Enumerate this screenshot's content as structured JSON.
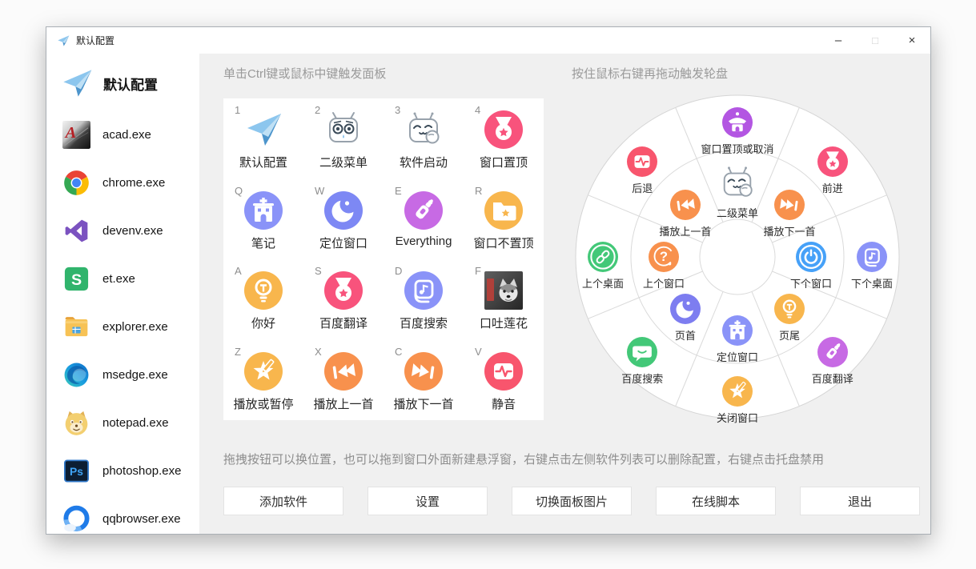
{
  "window": {
    "titlebar": {
      "icon": "paper-plane-icon",
      "title": "默认配置",
      "minimize": "–",
      "maximize": "□",
      "close": "×"
    }
  },
  "sidebar": {
    "header": {
      "icon": "paper-plane-icon",
      "title": "默认配置"
    },
    "apps": [
      {
        "name": "acad.exe",
        "icon": "acad-icon"
      },
      {
        "name": "chrome.exe",
        "icon": "chrome-icon"
      },
      {
        "name": "devenv.exe",
        "icon": "visual-studio-icon"
      },
      {
        "name": "et.exe",
        "icon": "wps-et-icon"
      },
      {
        "name": "explorer.exe",
        "icon": "folder-explorer-icon"
      },
      {
        "name": "msedge.exe",
        "icon": "edge-icon"
      },
      {
        "name": "notepad.exe",
        "icon": "doge-icon"
      },
      {
        "name": "photoshop.exe",
        "icon": "photoshop-icon"
      },
      {
        "name": "qqbrowser.exe",
        "icon": "qqbrowser-icon"
      }
    ]
  },
  "panel": {
    "header": "单击Ctrl键或鼠标中键触发面板",
    "items": [
      {
        "key": "1",
        "label": "默认配置",
        "icon": "paper-plane",
        "color": "#54a0d8"
      },
      {
        "key": "2",
        "label": "二级菜单",
        "icon": "face-surprised",
        "color": "#ffffff"
      },
      {
        "key": "3",
        "label": "软件启动",
        "icon": "face-hand",
        "color": "#ffffff"
      },
      {
        "key": "4",
        "label": "窗口置顶",
        "icon": "medal-star",
        "color": "#f8537c"
      },
      {
        "key": "Q",
        "label": "笔记",
        "icon": "building",
        "color": "#8a93f8"
      },
      {
        "key": "W",
        "label": "定位窗口",
        "icon": "moon",
        "color": "#7d88f4"
      },
      {
        "key": "E",
        "label": "Everything",
        "icon": "bottle",
        "color": "#c76ae4"
      },
      {
        "key": "R",
        "label": "窗口不置顶",
        "icon": "folder-star",
        "color": "#f8b64d"
      },
      {
        "key": "A",
        "label": "你好",
        "icon": "bulb",
        "color": "#f8b64d"
      },
      {
        "key": "S",
        "label": "百度翻译",
        "icon": "medal-star",
        "color": "#f8537c"
      },
      {
        "key": "D",
        "label": "百度搜索",
        "icon": "music-book",
        "color": "#8a93f8"
      },
      {
        "key": "F",
        "label": "口吐莲花",
        "icon": "husky-photo",
        "color": "#4a4a4a"
      },
      {
        "key": "Z",
        "label": "播放或暂停",
        "icon": "star-pencil",
        "color": "#f8b64d"
      },
      {
        "key": "X",
        "label": "播放上一首",
        "icon": "prev-track",
        "color": "#f8914d"
      },
      {
        "key": "C",
        "label": "播放下一首",
        "icon": "next-track",
        "color": "#f8914d"
      },
      {
        "key": "V",
        "label": "静音",
        "icon": "heartbeat",
        "color": "#f8556d"
      }
    ]
  },
  "wheel": {
    "header": "按住鼠标右键再拖动触发轮盘",
    "outer": [
      {
        "label": "窗口置顶或取消",
        "icon": "pavilion",
        "color": "#b356e2",
        "angle": 0
      },
      {
        "label": "前进",
        "icon": "medal-star",
        "color": "#f8537c",
        "angle": 45
      },
      {
        "label": "下个桌面",
        "icon": "music-book",
        "color": "#8a93f8",
        "angle": 90
      },
      {
        "label": "百度翻译",
        "icon": "bottle",
        "color": "#c76ae4",
        "angle": 135
      },
      {
        "label": "关闭窗口",
        "icon": "star-pencil",
        "color": "#f8b64d",
        "angle": 180
      },
      {
        "label": "百度搜索",
        "icon": "chat-smile",
        "color": "#43c878",
        "angle": 225
      },
      {
        "label": "上个桌面",
        "icon": "chain-link",
        "color": "#43c878",
        "angle": 270
      },
      {
        "label": "后退",
        "icon": "heartbeat",
        "color": "#f8556d",
        "angle": 315
      }
    ],
    "inner": [
      {
        "label": "二级菜单",
        "icon": "face-hand",
        "color": "#ffffff",
        "angle": 0
      },
      {
        "label": "播放下一首",
        "icon": "next-track",
        "color": "#f8914d",
        "angle": 45
      },
      {
        "label": "下个窗口",
        "icon": "power",
        "color": "#46a1f8",
        "angle": 90
      },
      {
        "label": "页尾",
        "icon": "bulb",
        "color": "#f8b64d",
        "angle": 135
      },
      {
        "label": "定位窗口",
        "icon": "building",
        "color": "#8a93f8",
        "angle": 180
      },
      {
        "label": "页首",
        "icon": "moon",
        "color": "#7d7df0",
        "angle": 225
      },
      {
        "label": "上个窗口",
        "icon": "question-bubble",
        "color": "#f8914d",
        "angle": 270
      },
      {
        "label": "播放上一首",
        "icon": "prev-track",
        "color": "#f8914d",
        "angle": 315
      }
    ]
  },
  "footer": {
    "hint": "拖拽按钮可以换位置，也可以拖到窗口外面新建悬浮窗，右键点击左侧软件列表可以删除配置，右键点击托盘禁用",
    "buttons": [
      "添加软件",
      "设置",
      "切换面板图片",
      "在线脚本",
      "退出"
    ]
  }
}
